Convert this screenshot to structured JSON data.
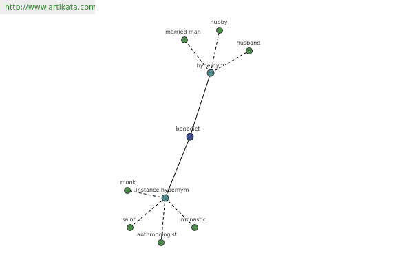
{
  "banner": {
    "url_text": "http://www.artikata.com"
  },
  "colors": {
    "leaf_node": "#4a8a4a",
    "category_node": "#4a8a8a",
    "root_node": "#3a4a8a",
    "edge": "#000000",
    "banner_text": "#3a8a3a",
    "banner_bg": "#eeeeee"
  },
  "graph": {
    "root": {
      "id": "benedict",
      "label": "benedict"
    },
    "categories": [
      {
        "id": "hypernym",
        "label": "hypernym"
      },
      {
        "id": "instance-hypernym",
        "label": "instance hypernym"
      }
    ],
    "leaves": [
      {
        "id": "married-man",
        "label": "married man",
        "parent": "hypernym"
      },
      {
        "id": "hubby",
        "label": "hubby",
        "parent": "hypernym"
      },
      {
        "id": "husband",
        "label": "husband",
        "parent": "hypernym"
      },
      {
        "id": "monk",
        "label": "monk",
        "parent": "instance-hypernym"
      },
      {
        "id": "saint",
        "label": "saint",
        "parent": "instance-hypernym"
      },
      {
        "id": "anthropologist",
        "label": "anthropologist",
        "parent": "instance-hypernym"
      },
      {
        "id": "monastic",
        "label": "monastic",
        "parent": "instance-hypernym"
      }
    ]
  }
}
